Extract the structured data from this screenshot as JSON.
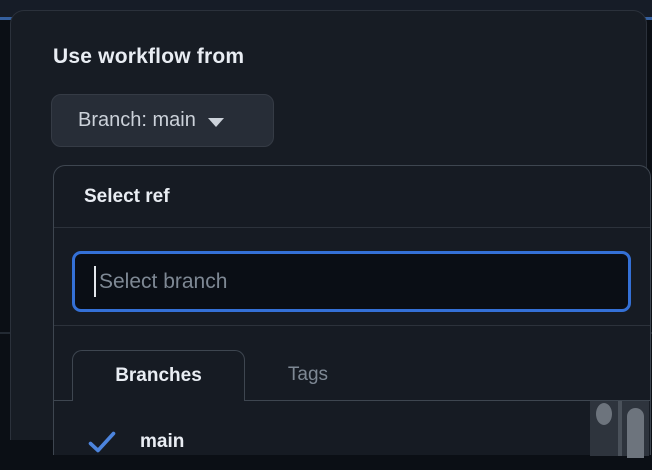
{
  "modal": {
    "title": "Use workflow from",
    "branch_button": {
      "label": "Branch: main"
    }
  },
  "dialog": {
    "title": "Select ref",
    "search": {
      "placeholder": "Select branch",
      "value": ""
    },
    "tabs": [
      {
        "label": "Branches",
        "active": true
      },
      {
        "label": "Tags",
        "active": false
      }
    ],
    "list": [
      {
        "label": "main",
        "selected": true
      }
    ]
  },
  "colors": {
    "accent_blue": "#3470d6",
    "check_blue": "#4c84dd",
    "background_blue_line": "#35609f",
    "modal_bg": "#171c24",
    "dialog_bg": "#161b23",
    "muted_text": "#7e8894",
    "primary_text": "#e9edf3"
  }
}
